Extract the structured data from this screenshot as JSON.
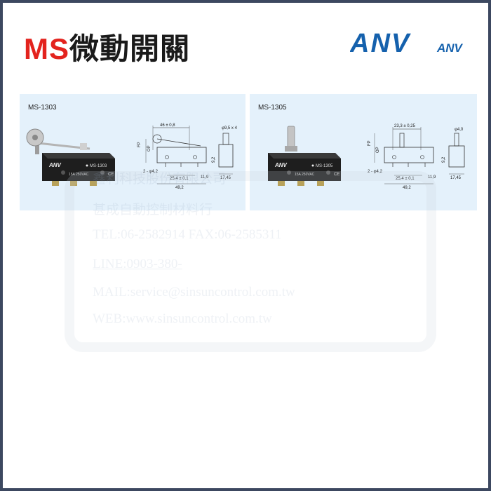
{
  "header": {
    "title_brand": "MS",
    "title_rest": "微動開關",
    "logo_text": "ANV",
    "logo_small_text": "ANV",
    "brand_red": "#e3231e",
    "logo_blue": "#1561ad"
  },
  "panels": [
    {
      "model": "MS-1303",
      "photo": {
        "brand": "ANV",
        "model": "MS-1303",
        "rating": "15A 250VAC",
        "mark": "CE"
      },
      "dims": {
        "top_width": "46 ± 0,8",
        "d_pin": "φ9,5 x 4",
        "hole": "2 - φ4,2",
        "pitch": "25,4 ± 0,1",
        "h1": "11,9",
        "body_w": "49,2",
        "depth": "17,45",
        "fp": "FP",
        "op": "OP",
        "h2": "9,2"
      }
    },
    {
      "model": "MS-1305",
      "photo": {
        "brand": "ANV",
        "model": "MS-1305",
        "rating": "15A 250VAC",
        "mark": "CE"
      },
      "dims": {
        "top_width": "23,3 ± 0,25",
        "d_pin": "φ4,0",
        "hole": "2 - φ4,2",
        "pitch": "25,4 ± 0,1",
        "h1": "11,9",
        "body_w": "49,2",
        "depth": "17,45",
        "fp": "FP",
        "op": "OP",
        "h2": "9,2"
      }
    }
  ],
  "watermark": {
    "lines": [
      "鑫利科技股份有限公司",
      "甚成自動控制材料行",
      "TEL:06-2582914 FAX:06-2585311",
      "LINE:0903-380-",
      "MAIL:service@sinsuncontrol.com.tw",
      "WEB:www.sinsuncontrol.com.tw"
    ]
  }
}
